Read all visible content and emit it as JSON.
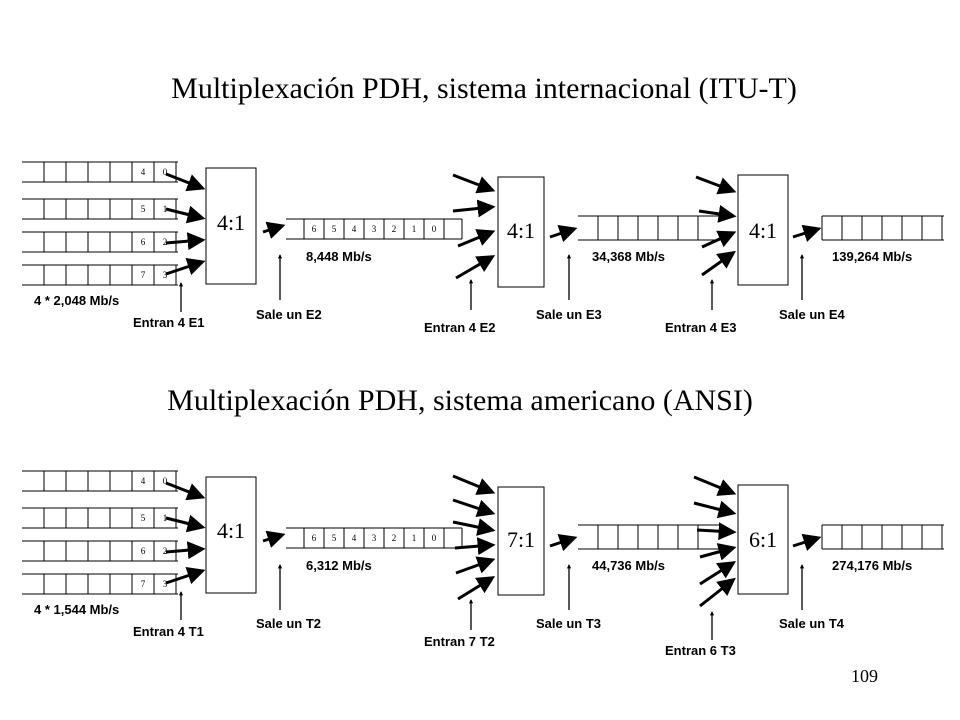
{
  "page_number": "109",
  "diagrams": [
    {
      "title": "Multiplexación PDH, sistema internacional (ITU-T)",
      "input_rate": "4 * 2,048 Mb/s",
      "input_caption": "Entran 4 E1",
      "frames": [
        {
          "cells": [
            "4",
            "0"
          ]
        },
        {
          "cells": [
            "5",
            "1"
          ]
        },
        {
          "cells": [
            "6",
            "2"
          ]
        },
        {
          "cells": [
            "7",
            "3"
          ]
        }
      ],
      "stage1": {
        "ratio": "4:1",
        "output_caption": "Sale un E2",
        "output_rate": "8,448 Mb/s",
        "frame_cells": [
          "6",
          "5",
          "4",
          "3",
          "2",
          "1",
          "0"
        ]
      },
      "stage2": {
        "ratio": "4:1",
        "input_caption": "Entran 4 E2",
        "output_caption": "Sale un E3",
        "output_rate": "34,368 Mb/s"
      },
      "stage3": {
        "ratio": "4:1",
        "input_caption": "Entran 4 E3",
        "output_caption": "Sale un E4",
        "output_rate": "139,264 Mb/s"
      }
    },
    {
      "title": "Multiplexación PDH, sistema americano (ANSI)",
      "input_rate": "4 * 1,544 Mb/s",
      "input_caption": "Entran 4 T1",
      "frames": [
        {
          "cells": [
            "4",
            "0"
          ]
        },
        {
          "cells": [
            "5",
            "1"
          ]
        },
        {
          "cells": [
            "6",
            "2"
          ]
        },
        {
          "cells": [
            "7",
            "3"
          ]
        }
      ],
      "stage1": {
        "ratio": "4:1",
        "output_caption": "Sale un T2",
        "output_rate": "6,312 Mb/s",
        "frame_cells": [
          "6",
          "5",
          "4",
          "3",
          "2",
          "1",
          "0"
        ]
      },
      "stage2": {
        "ratio": "7:1",
        "input_caption": "Entran 7 T2",
        "output_caption": "Sale un T3",
        "output_rate": "44,736 Mb/s"
      },
      "stage3": {
        "ratio": "6:1",
        "input_caption": "Entran 6 T3",
        "output_caption": "Sale un T4",
        "output_rate": "274,176 Mb/s"
      }
    }
  ]
}
